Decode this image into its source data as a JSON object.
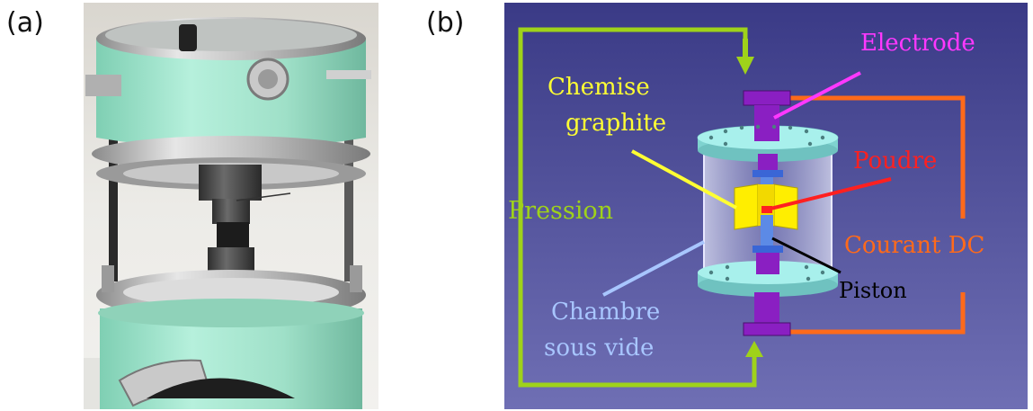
{
  "panels": {
    "a": {
      "letter": "(a)"
    },
    "b": {
      "letter": "(b)"
    }
  },
  "diagram": {
    "labels": {
      "electrode": "Electrode",
      "chemise_line1": "Chemise",
      "chemise_line2": "graphite",
      "poudre": "Poudre",
      "pression": "Pression",
      "courant": "Courant DC",
      "piston": "Piston",
      "chambre_line1": "Chambre",
      "chambre_line2": "sous vide"
    },
    "colors": {
      "background_top": "#3a3a86",
      "background_bottom": "#6f6fb4",
      "pression": "#9fd21a",
      "courant": "#ff6a1a",
      "electrode": "#ff38ff",
      "chemise": "#ffff33",
      "poudre": "#ff2020",
      "piston": "#000000",
      "chambre": "#a8c6ff",
      "electrode_block": "#8a1fc2",
      "flange": "#a8f0ec",
      "graphite_block": "#ffee00",
      "spacer": "#3a66d6"
    }
  },
  "photo": {
    "colors": {
      "chamber_green": "#9fe0c8",
      "steel": "#c8c8c8",
      "dark_graphite": "#4a4a4a",
      "background": "#e9e8e4"
    }
  }
}
